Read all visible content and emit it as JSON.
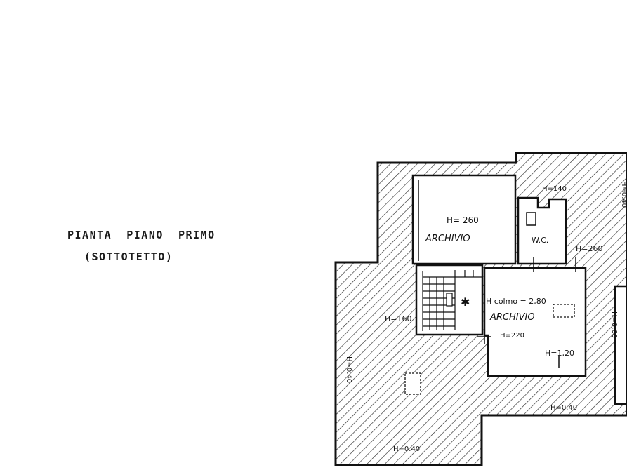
{
  "plan": {
    "title_line1": "PIANTA  PIANO  PRIMO",
    "title_line2": "(SOTTOTETTO)",
    "rooms": {
      "archivio_top_height": "H= 260",
      "archivio_top_name": "ARCHIVIO",
      "wc_name": "W.C.",
      "archivio_main_ridge": "H colmo = 2,80",
      "archivio_main_name": "ARCHIVIO"
    },
    "heights": {
      "h_140": "H=140",
      "h_260": "H=260",
      "h_160": "H=160",
      "h_220": "H=220",
      "h_120": "H=1,20",
      "h_040_right_top": "H=0.40",
      "h_060_right": "H=0.60",
      "h_040_left": "H=0.40",
      "h_040_bottom_right": "H=0.40",
      "h_040_bottom": "H=0.40"
    }
  },
  "colors": {
    "ink": "#111111",
    "hatch": "#2a2a2a",
    "paper": "#ffffff"
  }
}
